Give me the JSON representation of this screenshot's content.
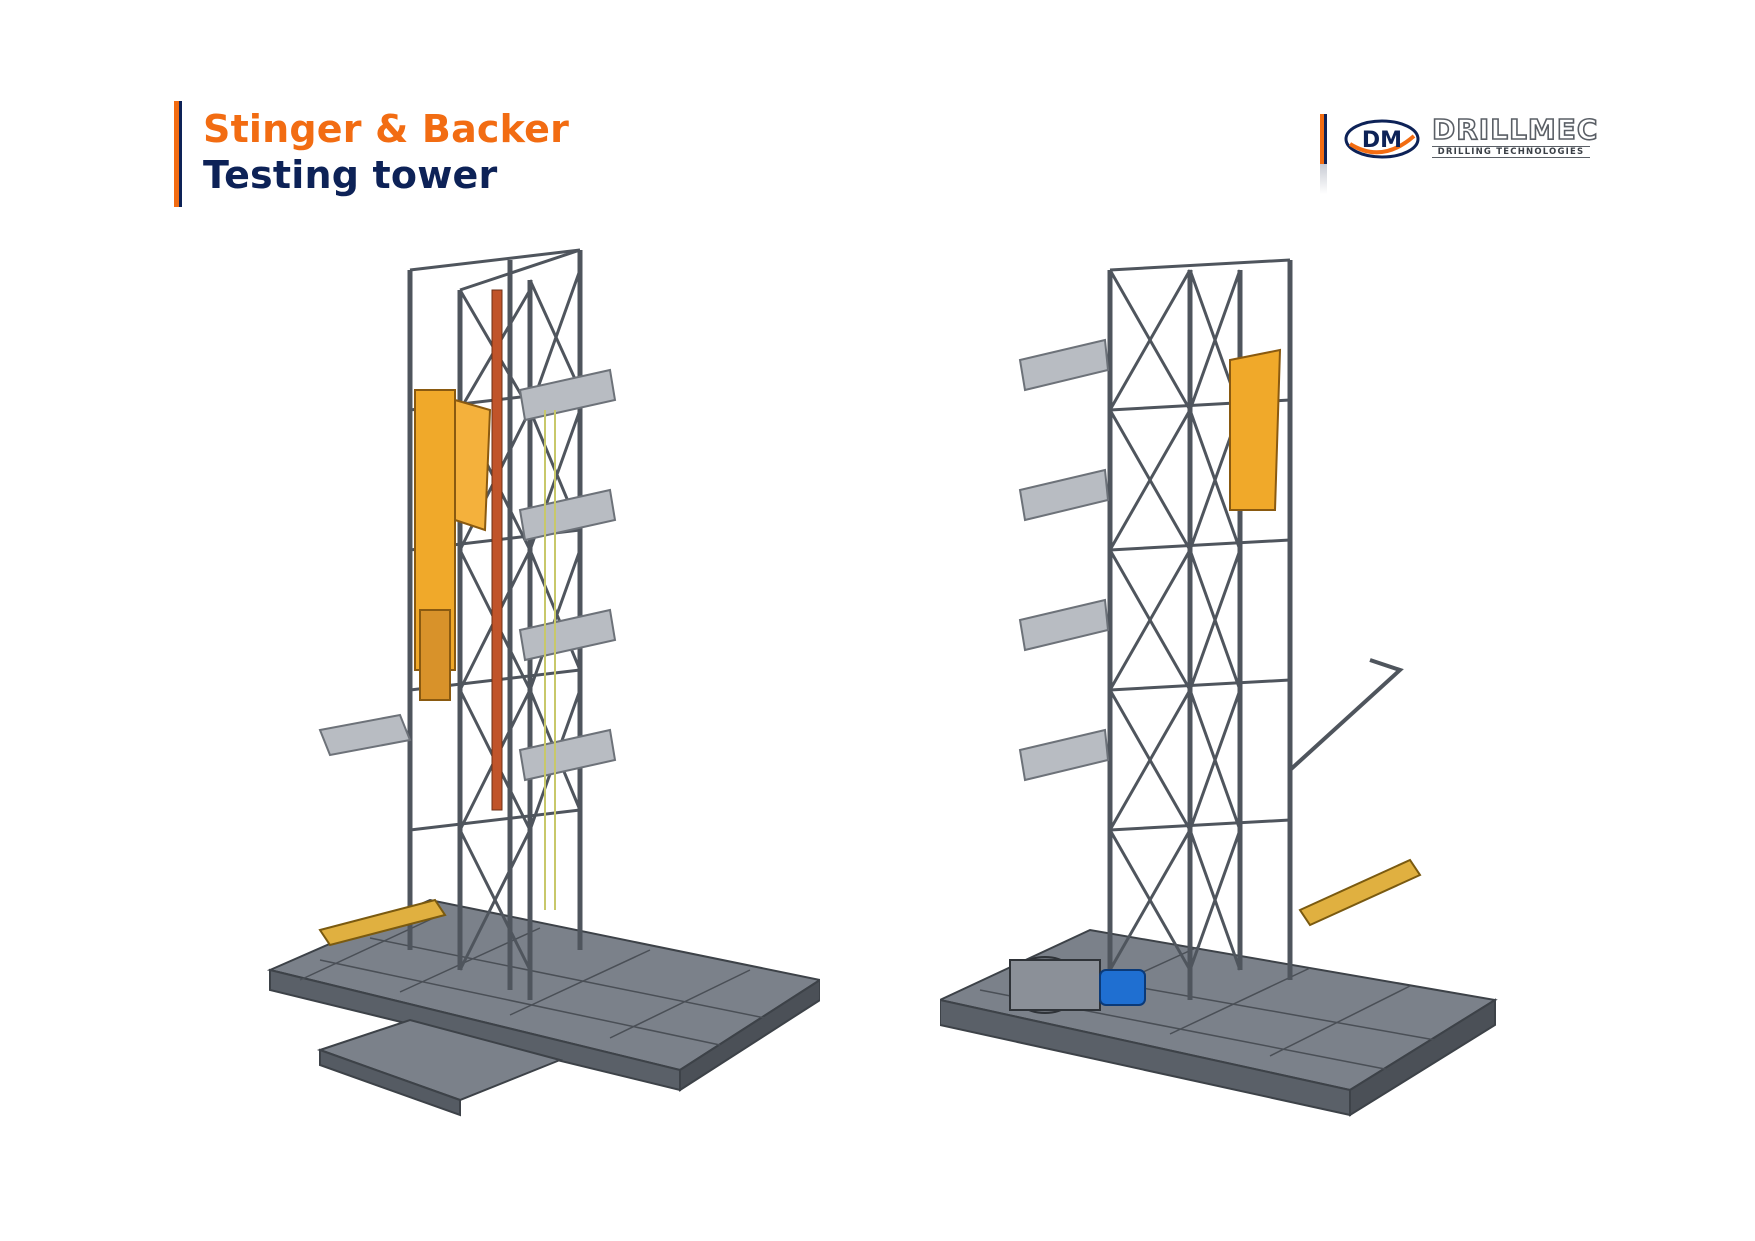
{
  "slide": {
    "title_line_1": "Stinger & Backer",
    "title_line_2": "Testing tower"
  },
  "logo": {
    "wordmark": "DRILLMEC",
    "tagline": "DRILLING TECHNOLOGIES",
    "monogram": "DM"
  },
  "colors": {
    "accent_orange": "#f26c12",
    "navy": "#0d2257",
    "steel": "#5f6670",
    "steel_light": "#8a9099",
    "equipment_yellow": "#f0a92a",
    "motor_blue": "#1f6fd1"
  },
  "images": [
    {
      "name": "tower-render-front",
      "alt": "3D render of testing tower with yellow stinger assembly"
    },
    {
      "name": "tower-render-rear",
      "alt": "3D render of testing tower rear view with drawworks and blue motor"
    }
  ]
}
